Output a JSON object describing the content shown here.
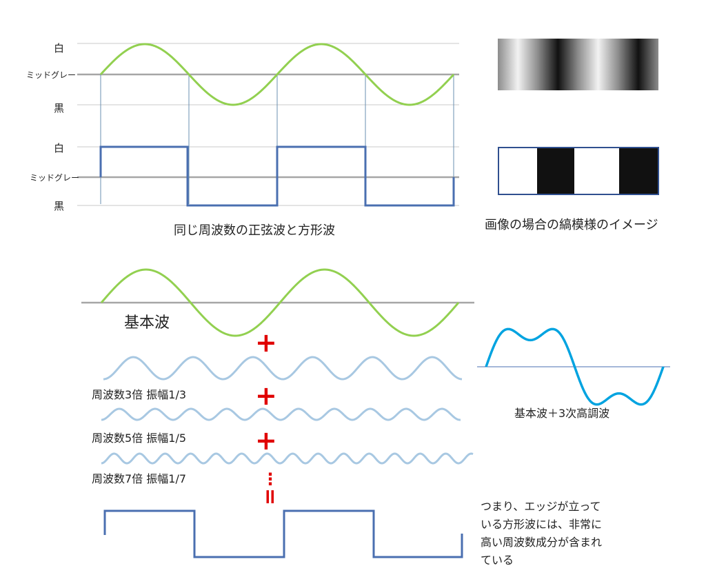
{
  "top_diagram": {
    "sine_levels": {
      "white": "白",
      "mid_gray": "ミッドグレー",
      "black": "黒"
    },
    "square_levels": {
      "white": "白",
      "mid_gray": "ミッドグレー",
      "black": "黒"
    },
    "caption": "同じ周波数の正弦波と方形波",
    "image_caption": "画像の場合の縞模様のイメージ",
    "colors": {
      "sine": "#92d050",
      "square": "#4a6fb0",
      "gridline": "#a6a6a6",
      "midline": "#a6a6a6"
    }
  },
  "bottom_diagram": {
    "fundamental_label": "基本波",
    "harmonic_labels": [
      "周波数3倍 振幅1/3",
      "周波数5倍 振幅1/5",
      "周波数7倍 振幅1/7"
    ],
    "operators": {
      "plus": "+",
      "ellipsis": "⋮",
      "equals": "="
    },
    "sum_caption": "基本波＋3次高調波",
    "note": "つまり、エッジが立っている方形波には、非常に高い周波数成分が含まれている",
    "colors": {
      "fundamental": "#92d050",
      "harmonic": "#a8c8e2",
      "sum_wave": "#00a3e0",
      "square": "#4a6fb0",
      "operator": "#e00000"
    }
  }
}
